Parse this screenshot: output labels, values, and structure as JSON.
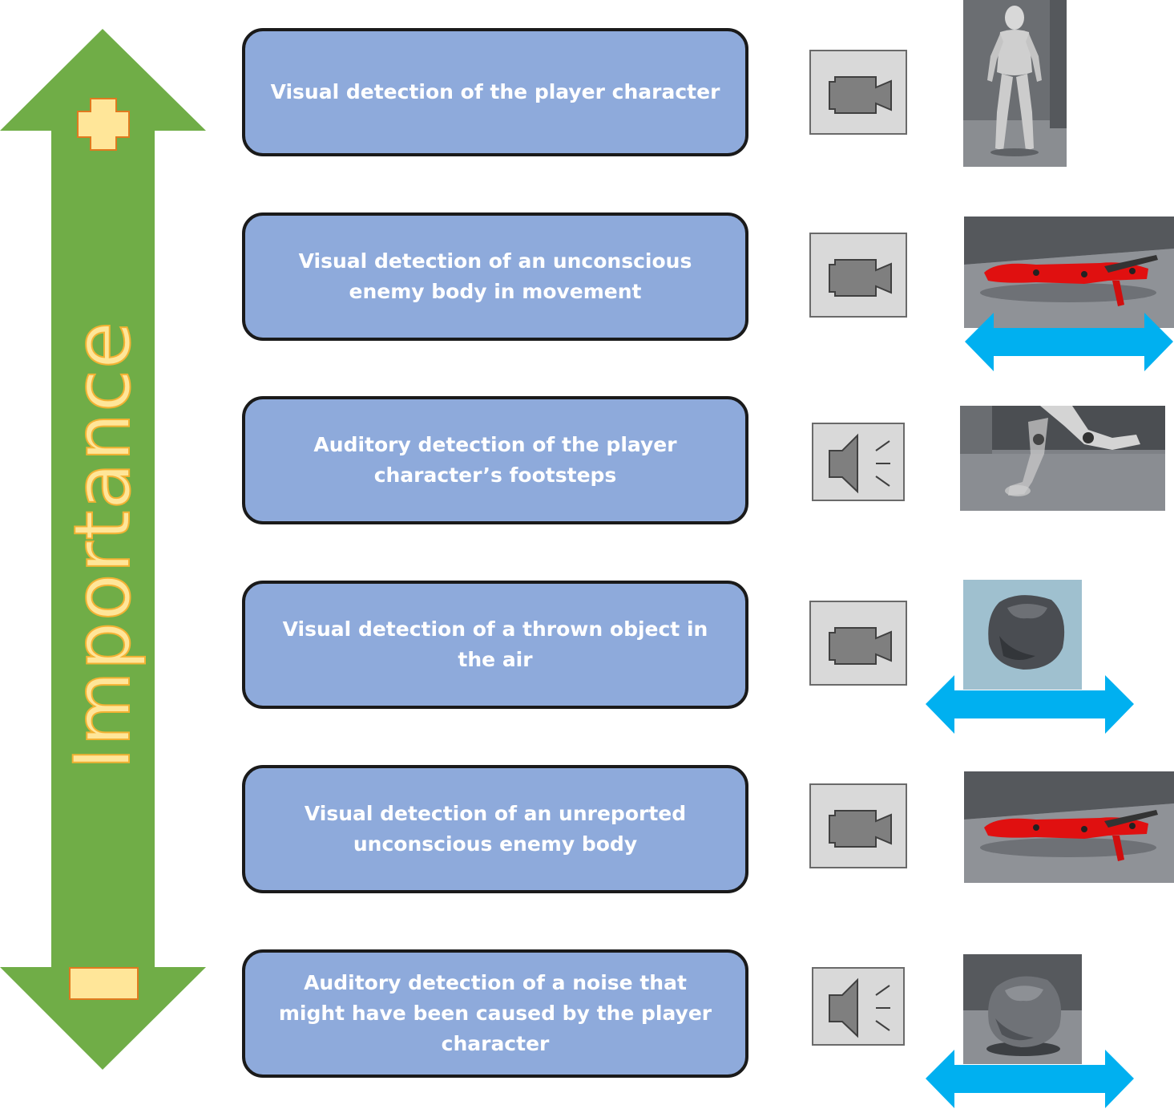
{
  "scale": {
    "label": "Importance",
    "top_symbol": "plus-icon",
    "bottom_symbol": "minus-icon",
    "arrow_color": "#70ad47",
    "label_color": "#ffe699"
  },
  "rows": [
    {
      "text": "Visual detection of the player character",
      "sense_icon": "camera-icon",
      "thumbnail": "gray-mannequin-standing",
      "motion_arrow": false
    },
    {
      "text": "Visual detection of an unconscious enemy body in movement",
      "sense_icon": "camera-icon",
      "thumbnail": "red-body-lying",
      "motion_arrow": true
    },
    {
      "text": "Auditory detection of the player character’s footsteps",
      "sense_icon": "speaker-icon",
      "thumbnail": "running-legs",
      "motion_arrow": false
    },
    {
      "text": "Visual detection of a thrown object in the air",
      "sense_icon": "camera-icon",
      "thumbnail": "rock-in-air",
      "motion_arrow": true
    },
    {
      "text": "Visual detection of an unreported unconscious enemy body",
      "sense_icon": "camera-icon",
      "thumbnail": "red-body-lying",
      "motion_arrow": false
    },
    {
      "text": "Auditory detection of a noise that might have been caused by the player character",
      "sense_icon": "speaker-icon",
      "thumbnail": "rock-on-ground",
      "motion_arrow": true
    }
  ],
  "colors": {
    "card_fill": "#8eaadb",
    "card_border": "#1a1a1a",
    "icon_box_fill": "#d9d9d9",
    "motion_arrow": "#00b0f0"
  }
}
